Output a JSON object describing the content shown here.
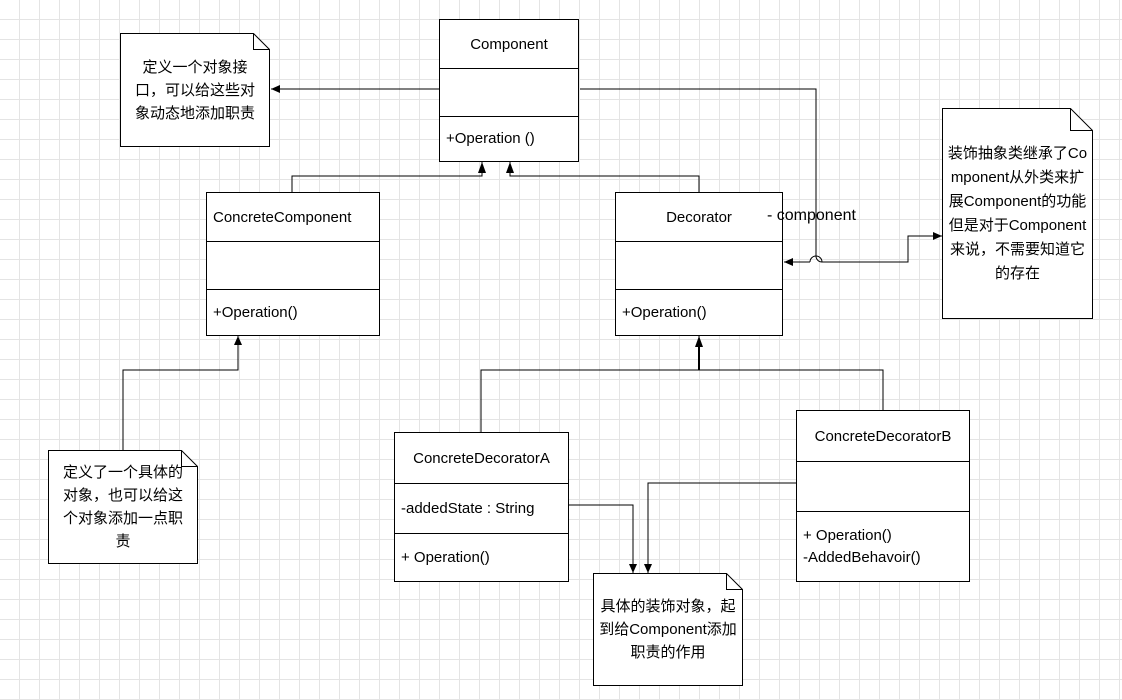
{
  "classes": {
    "component": {
      "name": "Component",
      "attributes": "",
      "operations": [
        "+Operation ()"
      ]
    },
    "concrete_component": {
      "name": "ConcreteComponent",
      "attributes": "",
      "operations": [
        "+Operation()"
      ]
    },
    "decorator": {
      "name": "Decorator",
      "attributes": "",
      "operations": [
        "+Operation()"
      ]
    },
    "concrete_decorator_a": {
      "name": "ConcreteDecoratorA",
      "attributes": "-addedState : String",
      "operations": [
        "+ Operation()"
      ]
    },
    "concrete_decorator_b": {
      "name": "ConcreteDecoratorB",
      "attributes": "",
      "operations": [
        "+ Operation()",
        "-AddedBehavoir()"
      ]
    }
  },
  "association": {
    "role_label": "- component"
  },
  "notes": {
    "component_note": "定义一个对象接口，可以给这些对象动态地添加职责",
    "decorator_note": "装饰抽象类继承了Component从外类来扩展Component的功能但是对于Component来说，不需要知道它的存在",
    "concrete_component_note": "定义了一个具体的对象，也可以给这个对象添加一点职责",
    "concrete_decorator_note": "具体的装饰对象，起到给Component添加职责的作用"
  }
}
